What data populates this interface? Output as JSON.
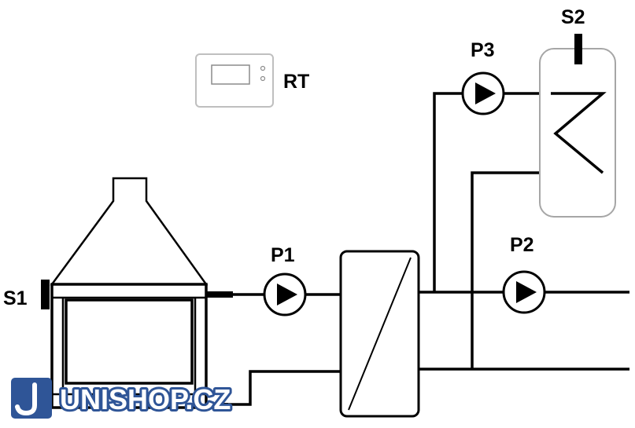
{
  "labels": {
    "room_thermostat": "RT",
    "sensor_fireplace": "S1",
    "sensor_tank": "S2",
    "pump_1": "P1",
    "pump_2": "P2",
    "pump_3": "P3"
  },
  "watermark": {
    "text": "UNISHOP.CZ",
    "color": "#2f5597"
  },
  "colors": {
    "line": "#000000",
    "panel_border": "#bfbfbf",
    "tank_border": "#a6a6a6"
  }
}
